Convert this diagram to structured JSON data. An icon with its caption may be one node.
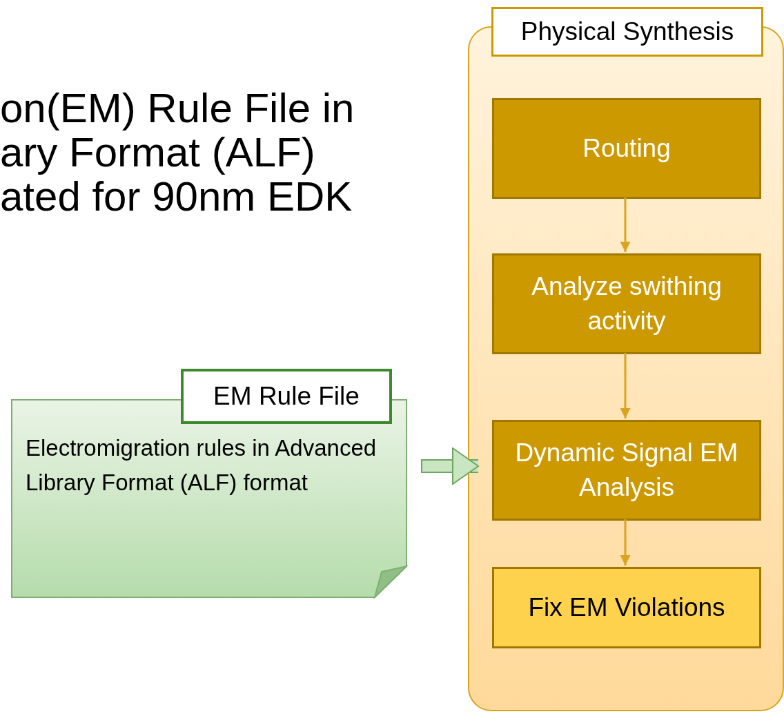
{
  "diagram": {
    "title": "on(EM) Rule File in ary Format (ALF) ated for 90nm EDK",
    "nodes": [
      {
        "text": [
          "Physical Synthesis"
        ]
      },
      {
        "text": [
          "Routing"
        ],
        "in": 0
      },
      {
        "text": [
          "Analyze swithing activity"
        ],
        "in": 0
      },
      {
        "text": [
          "Dynamic Signal EM Analysis"
        ],
        "in": 0
      },
      {
        "text": [
          "Fix EM Violations"
        ],
        "in": 0
      },
      {
        "text": [
          "EM Rule File",
          "Electromigration rules in Advanced Library Format (ALF) format"
        ]
      }
    ],
    "edges": [
      {
        "from": 1,
        "to": 2,
        "arrow": "to"
      },
      {
        "from": 2,
        "to": 3,
        "arrow": "to"
      },
      {
        "from": 3,
        "to": 4,
        "arrow": "to"
      },
      {
        "from": 5,
        "to": 3,
        "arrow": "to",
        "style": "thick",
        "color": "#c9e6c0"
      }
    ]
  }
}
